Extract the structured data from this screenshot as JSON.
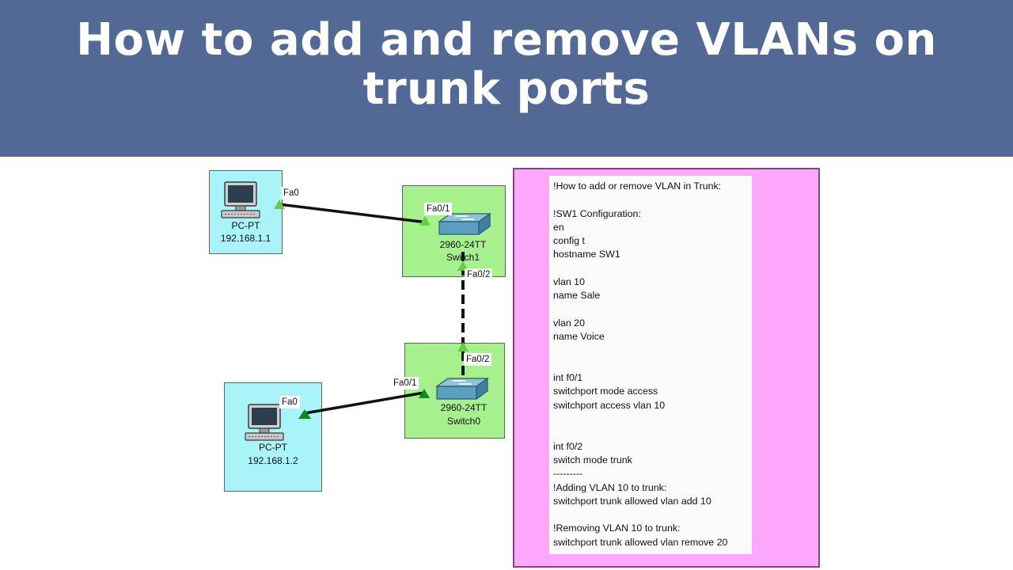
{
  "title": "How to add and remove VLANs on trunk ports",
  "colors": {
    "banner": "#526895",
    "pc_box": "#a8f4f8",
    "switch_box": "#a6f08e",
    "note_box": "#fda8fd",
    "link_up": "#66cc44",
    "link_active": "#0f8a1a"
  },
  "devices": {
    "pc1": {
      "icon": "pc-icon",
      "model": "PC-PT",
      "ip": "192.168.1.1",
      "port": "Fa0"
    },
    "pc2": {
      "icon": "pc-icon",
      "model": "PC-PT",
      "ip": "192.168.1.2",
      "port": "Fa0"
    },
    "switch1": {
      "icon": "switch-icon",
      "model": "2960-24TT",
      "name": "Switch1",
      "port_access": "Fa0/1",
      "port_trunk": "Fa0/2"
    },
    "switch0": {
      "icon": "switch-icon",
      "model": "2960-24TT",
      "name": "Switch0",
      "port_access": "Fa0/1",
      "port_trunk": "Fa0/2"
    }
  },
  "note": {
    "lines": [
      "!How to add or remove VLAN in Trunk:",
      "",
      "!SW1 Configuration:",
      "en",
      "config t",
      "hostname SW1",
      "",
      "vlan 10",
      "name Sale",
      "",
      "vlan 20",
      "name Voice",
      "",
      "",
      "int f0/1",
      "switchport mode access",
      "switchport access vlan 10",
      "",
      "",
      "int f0/2",
      "switch mode trunk",
      "---------",
      "!Adding VLAN 10 to trunk:",
      "switchport trunk allowed vlan add 10",
      "",
      "!Removing VLAN 10 to trunk:",
      "switchport trunk allowed vlan remove 20"
    ]
  }
}
